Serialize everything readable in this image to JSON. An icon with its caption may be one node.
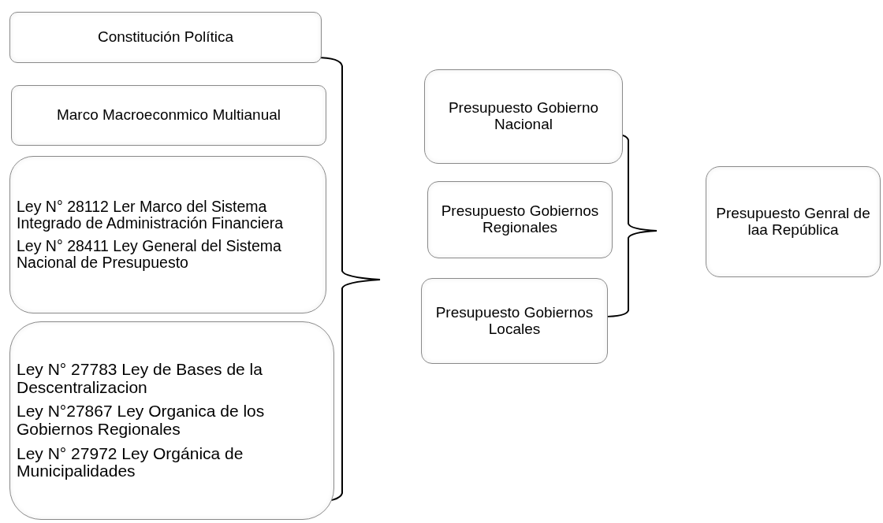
{
  "diagram": {
    "nodes": [
      {
        "text": [
          "Constitución Política"
        ]
      },
      {
        "text": [
          "Marco Macroeconmico Multianual"
        ]
      },
      {
        "text": [
          "Ley N° 28112 Ler Marco del Sistema Integrado de Administración Financiera",
          "Ley N° 28411 Ley General del Sistema Nacional de Presupuesto"
        ]
      },
      {
        "text": [
          "Ley N° 27783 Ley de Bases de la Descentralizacion",
          "Ley N°27867 Ley Organica de los Gobiernos Regionales",
          "Ley N° 27972 Ley Orgánica de Municipalidades"
        ]
      },
      {
        "text": [
          "Presupuesto Gobierno Nacional"
        ]
      },
      {
        "text": [
          "Presupuesto Gobiernos Regionales"
        ]
      },
      {
        "text": [
          "Presupuesto Gobiernos Locales"
        ]
      },
      {
        "text": [
          "Presupuesto Genral de laa República"
        ]
      }
    ]
  }
}
